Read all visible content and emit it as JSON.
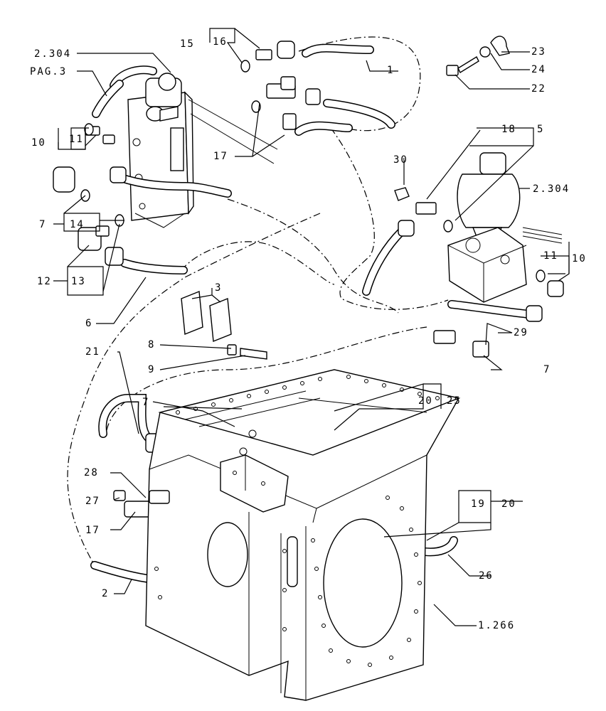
{
  "labels": {
    "l_2304_top": "2.304",
    "l_pag3": "PAG.3",
    "l_15": "15",
    "l_16": "16",
    "l_1": "1",
    "l_23": "23",
    "l_24": "24",
    "l_22": "22",
    "l_10_left": "10",
    "l_11_left": "11",
    "l_17_top": "17",
    "l_18": "18",
    "l_5": "5",
    "l_30": "30",
    "l_2304_right": "2.304",
    "l_7_left": "7",
    "l_14": "14",
    "l_11_right": "11",
    "l_10_right": "10",
    "l_12": "12",
    "l_13": "13",
    "l_3": "3",
    "l_6": "6",
    "l_29": "29",
    "l_8": "8",
    "l_9": "9",
    "l_21": "21",
    "l_7_right": "7",
    "l_7_mid": "7",
    "l_20_top": "20",
    "l_25": "25",
    "l_28": "28",
    "l_27": "27",
    "l_17_bottom": "17",
    "l_19": "19",
    "l_20_bottom": "20",
    "l_2": "2",
    "l_26": "26",
    "l_1266": "1.266"
  }
}
